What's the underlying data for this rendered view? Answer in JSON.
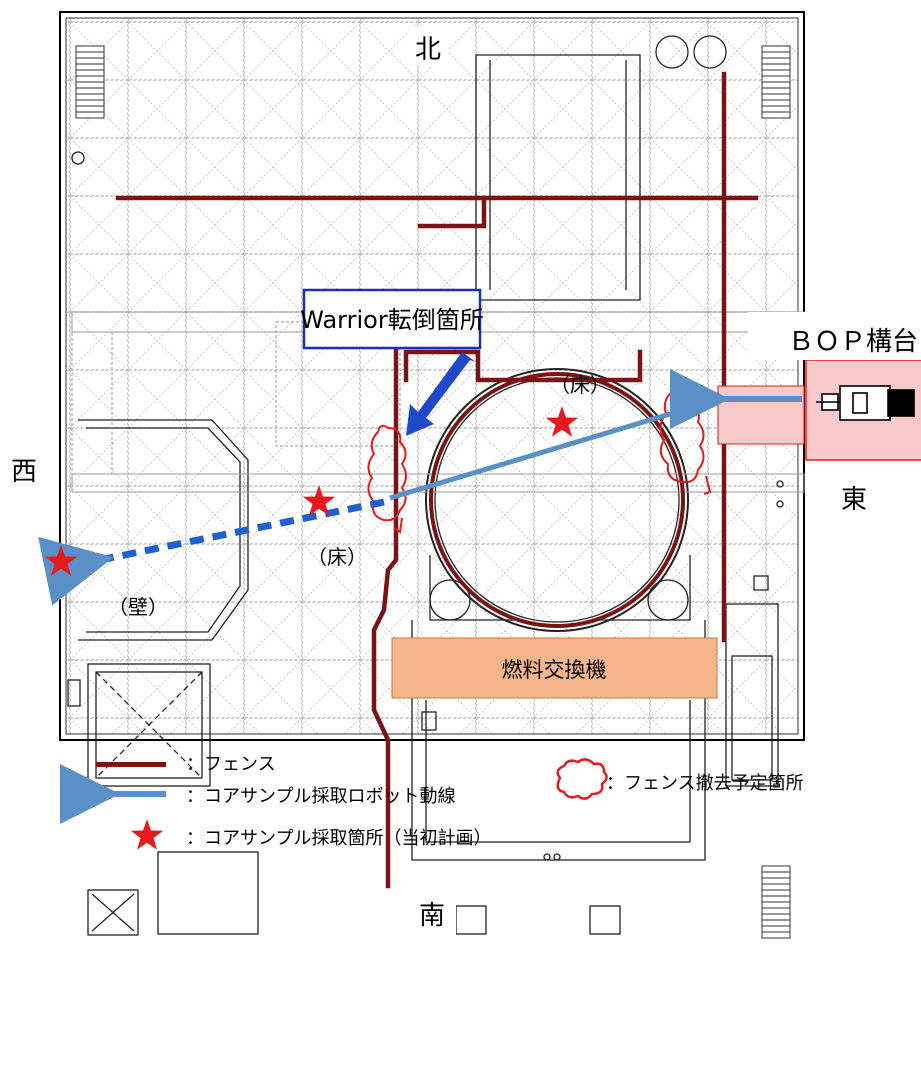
{
  "compass": {
    "north": "北",
    "south": "南",
    "east": "東",
    "west": "西"
  },
  "callouts": {
    "warrior": "Warrior転倒箇所",
    "bop": "ＢＯＰ構台",
    "refueling": "燃料交換機"
  },
  "samples": {
    "floor_east": "（床）",
    "floor_west": "（床）",
    "wall": "（壁）"
  },
  "legend": {
    "fence": "：フェンス",
    "route": "：コアサンプル採取ロボット動線",
    "sample_point": "：コアサンプル採取箇所（当初計画）",
    "fence_removal": "：フェンス撤去予定箇所"
  },
  "colors": {
    "fence": "#7a1414",
    "route": "#5b8fc7",
    "star": "#e8191e",
    "callout_border": "#1c2fb8",
    "arrow": "#1f49c9",
    "refueling_fill": "#f5b58a",
    "bop_fill": "#f8c9c9",
    "removal_cloud": "#e8191e"
  }
}
